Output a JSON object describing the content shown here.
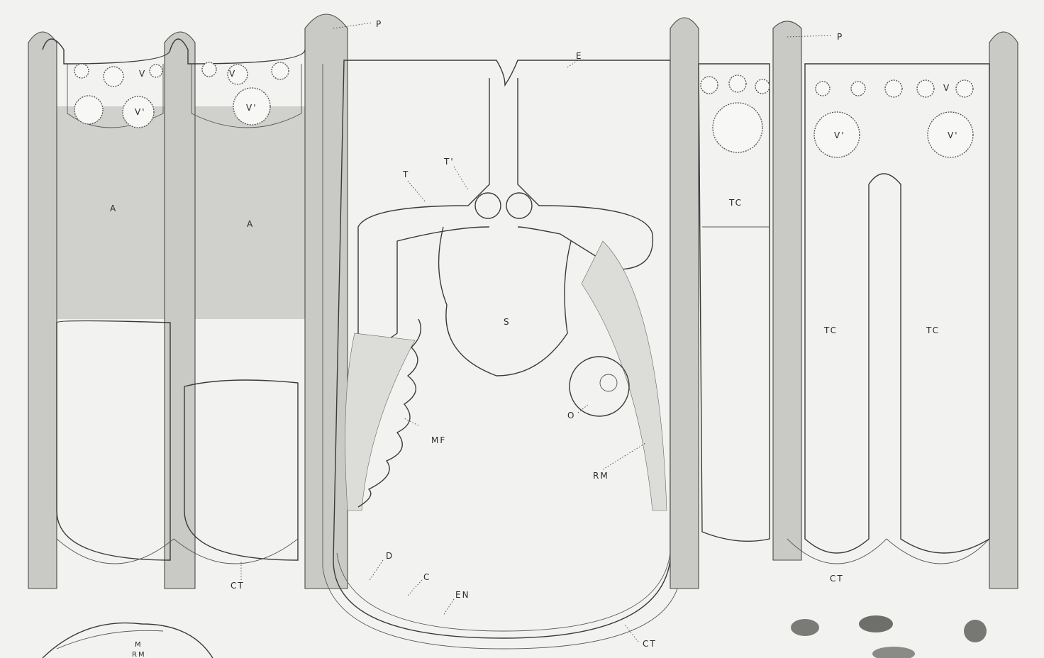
{
  "plate": {
    "labels": {
      "P_left": "P",
      "P_right": "P",
      "E": "E",
      "V1": "V",
      "V2": "V",
      "V3": "V",
      "Vp1": "V'",
      "Vp2": "V'",
      "Vp3": "V'",
      "Vp4": "V'",
      "A1": "A",
      "A2": "A",
      "T": "T",
      "Tp": "T'",
      "S": "S",
      "MF": "MF",
      "O": "O",
      "RM": "RM",
      "D": "D",
      "C": "C",
      "EN": "EN",
      "CT1": "CT",
      "CT2": "CT",
      "CT3": "CT",
      "TC1": "TC",
      "TC2": "TC",
      "TC3": "TC",
      "M": "M",
      "RM2": "RM"
    }
  }
}
